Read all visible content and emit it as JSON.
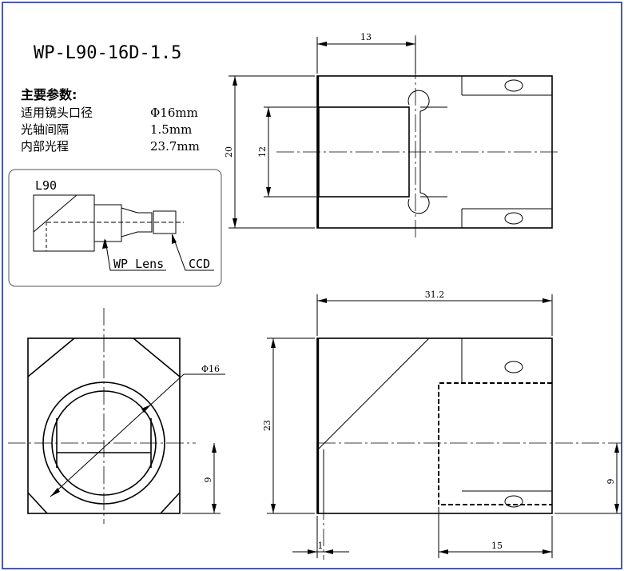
{
  "title": "WP-L90-16D-1.5",
  "params": {
    "heading": "主要参数:",
    "rows": [
      {
        "label": "适用镜头口径",
        "value": "Φ16mm"
      },
      {
        "label": "光轴间隔",
        "value": "1.5mm"
      },
      {
        "label": "内部光程",
        "value": "23.7mm"
      }
    ]
  },
  "inset": {
    "title": "L90",
    "lens_label": "WP Lens",
    "ccd_label": "CCD"
  },
  "dims": {
    "top_width": "13",
    "top_height": "20",
    "top_inner": "12",
    "side_width": "31.2",
    "side_height": "23",
    "side_offset": "9",
    "side_gap": "1",
    "side_depth": "15",
    "front_diameter": "Φ16",
    "front_offset": "9"
  }
}
